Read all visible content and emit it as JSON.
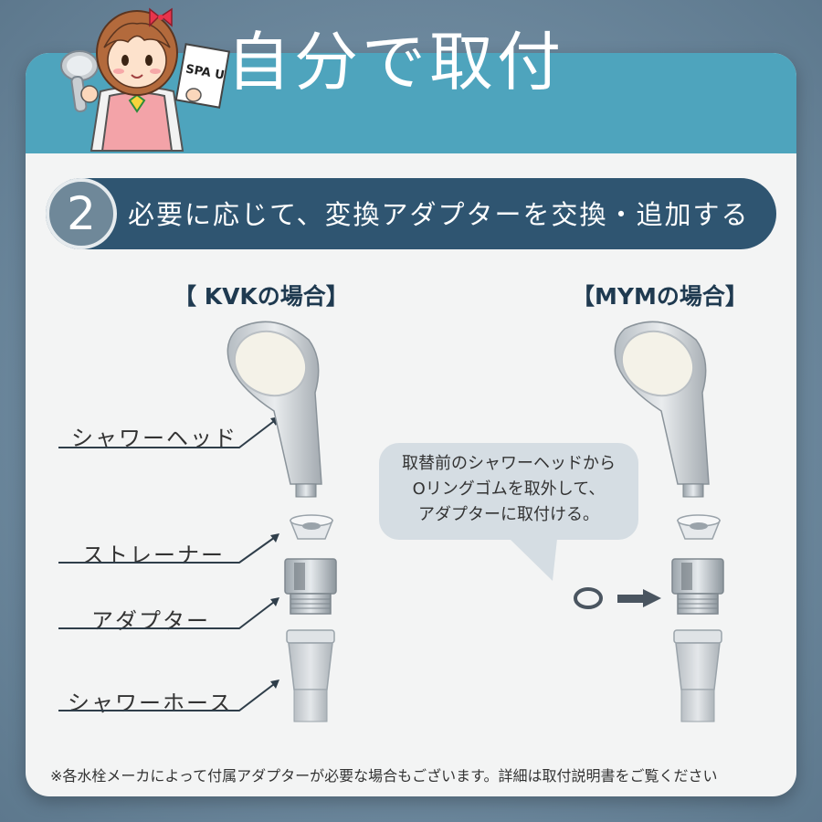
{
  "header": {
    "title": "自分で取付",
    "mascot_card_text": "SPA U"
  },
  "step": {
    "number": "2",
    "text": "必要に応じて、変換アダプターを交換・追加する"
  },
  "cases": {
    "kvk": {
      "label": "【 KVKの場合】",
      "parts": [
        "シャワーヘッド",
        "ストレーナー",
        "アダプター",
        "シャワーホース"
      ]
    },
    "mym": {
      "label": "【MYMの場合】",
      "note_lines": [
        "取替前のシャワーヘッドから",
        "Oリングゴムを取外して、",
        "アダプターに取付ける。"
      ]
    }
  },
  "footnote": "※各水栓メーカによって付属アダプターが必要な場合もございます。詳細は取付説明書をご覧ください",
  "colors": {
    "header": "#4ea4bd",
    "step_bar": "#2f5571",
    "step_circle": "#6f8899",
    "label_text": "#1f3a50"
  }
}
